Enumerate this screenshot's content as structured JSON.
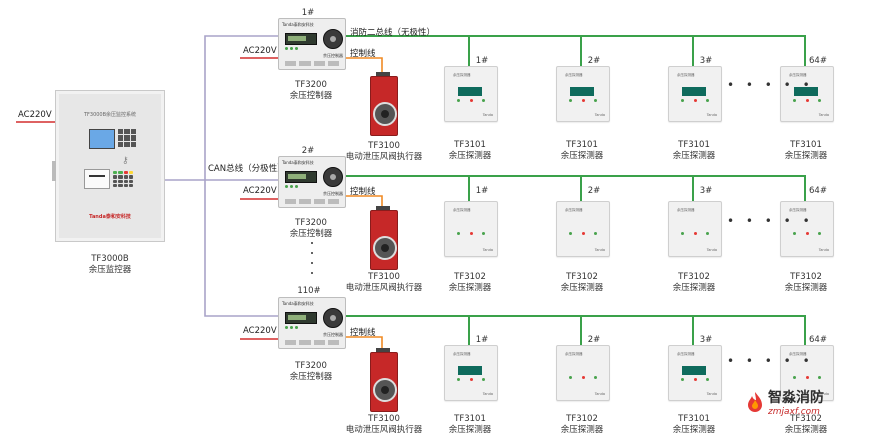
{
  "monitor": {
    "model": "TF3000B",
    "name": "余压监控器",
    "panel_title": "TF3000B余压监控系统",
    "brand": "Tanda泰和安科技"
  },
  "power_label": "AC220V",
  "buses": {
    "fire_bus": "消防二总线（无极性）",
    "can_bus": "CAN总线（分极性）",
    "control_line": "控制线"
  },
  "controllers": [
    {
      "number": "1#",
      "model": "TF3200",
      "name": "余压控制器",
      "header": "Tanda泰和安科技",
      "status": "余压控制器"
    },
    {
      "number": "2#",
      "model": "TF3200",
      "name": "余压控制器",
      "header": "Tanda泰和安科技",
      "status": "余压控制器"
    },
    {
      "number": "110#",
      "model": "TF3200",
      "name": "余压控制器",
      "header": "Tanda泰和安科技",
      "status": "余压控制器"
    }
  ],
  "actuator": {
    "model": "TF3100",
    "name": "电动泄压风阀执行器"
  },
  "rows": [
    {
      "detectors": [
        {
          "num": "1#",
          "model": "TF3101",
          "name": "余压探测器"
        },
        {
          "num": "2#",
          "model": "TF3101",
          "name": "余压探测器"
        },
        {
          "num": "3#",
          "model": "TF3101",
          "name": "余压探测器"
        },
        {
          "num": "64#",
          "model": "TF3101",
          "name": "余压探测器"
        }
      ]
    },
    {
      "detectors": [
        {
          "num": "1#",
          "model": "TF3102",
          "name": "余压探测器"
        },
        {
          "num": "2#",
          "model": "TF3102",
          "name": "余压探测器"
        },
        {
          "num": "3#",
          "model": "TF3102",
          "name": "余压探测器"
        },
        {
          "num": "64#",
          "model": "TF3102",
          "name": "余压探测器"
        }
      ]
    },
    {
      "detectors": [
        {
          "num": "1#",
          "model": "TF3101",
          "name": "余压探测器"
        },
        {
          "num": "2#",
          "model": "TF3102",
          "name": "余压探测器"
        },
        {
          "num": "3#",
          "model": "TF3101",
          "name": "余压探测器"
        },
        {
          "num": "64#",
          "model": "TF3102",
          "name": "余压探测器"
        }
      ]
    }
  ],
  "ellipsis": "• • • • •",
  "detector_top_text": "余压探测器",
  "detector_brand": "Tanda",
  "logo": {
    "title": "智淼消防",
    "url": "zmjaxf.com"
  },
  "colors": {
    "bus_green": "#3aa14a",
    "can_purple": "#a9a3c8",
    "power_red": "#d32f2f",
    "control_orange": "#f08a24",
    "actuator_red": "#c62828",
    "detector_screen": "#0f6b5d"
  }
}
